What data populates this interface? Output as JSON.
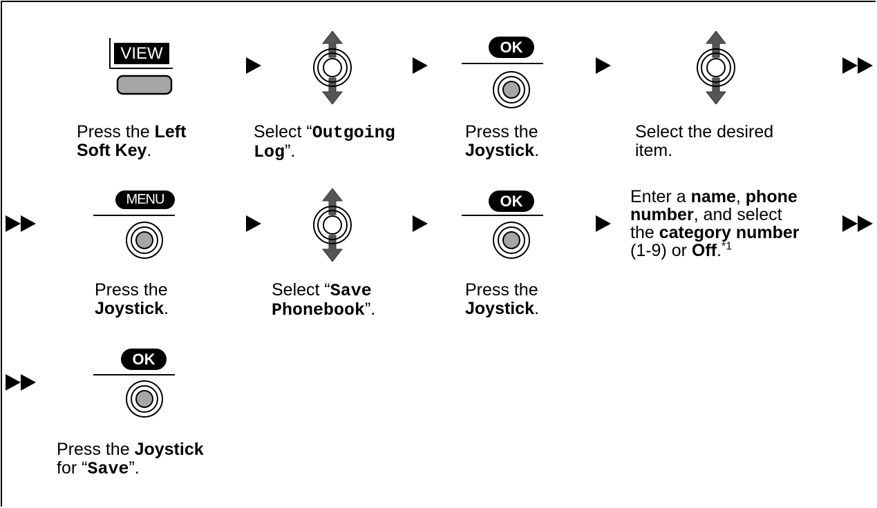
{
  "keys": {
    "view": "VIEW",
    "ok": "OK",
    "menu": "MENU"
  },
  "steps": {
    "s1": {
      "pre": "Press the ",
      "bold1": "Left",
      "bold2": "Soft Key",
      "post": "."
    },
    "s2": {
      "pre": "Select “",
      "mono1": "Outgoing",
      "mono2": "Log",
      "post": "”."
    },
    "s3": {
      "pre": "Press the",
      "bold": "Joystick",
      "post": "."
    },
    "s4": {
      "line1": "Select the desired",
      "line2": "item."
    },
    "s5": {
      "pre": "Press the",
      "bold": "Joystick",
      "post": "."
    },
    "s6": {
      "pre": "Select “",
      "mono1": "Save",
      "mono2": "Phonebook",
      "post": "”."
    },
    "s7": {
      "pre": "Press the",
      "bold": "Joystick",
      "post": "."
    },
    "s8": {
      "pre": "Enter a ",
      "name": "name",
      "comma": ", ",
      "phone": "phone",
      "number": "number",
      "and_select": ", and select",
      "the": "the ",
      "category": "category number",
      "range": "(1-9) or ",
      "off": "Off",
      "dot": ".",
      "note": "*1"
    },
    "s9": {
      "pre": "Press the ",
      "bold": "Joystick",
      "for": "for “",
      "mono": "Save",
      "post": "”."
    }
  }
}
